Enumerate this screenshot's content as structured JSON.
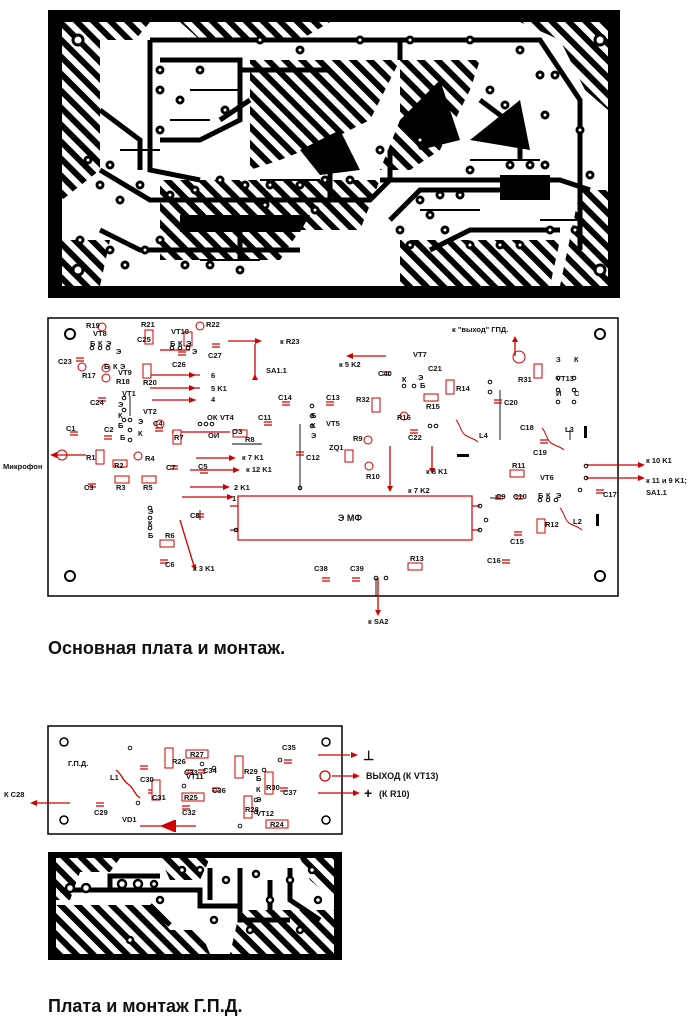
{
  "captions": {
    "main_board": "Основная плата  и  монтаж.",
    "gpd_board": "Плата и монтаж   Г.П.Д."
  },
  "colors": {
    "trace": "#000000",
    "component": "#d10000",
    "board_bg": "#ffffff"
  },
  "main_assembly": {
    "filter_label": "Э МФ",
    "labels": [
      {
        "id": "R19",
        "text": "R19"
      },
      {
        "id": "R21",
        "text": "R21"
      },
      {
        "id": "VT10",
        "text": "VT10"
      },
      {
        "id": "R22",
        "text": "R22"
      },
      {
        "id": "VT8",
        "text": "VT8"
      },
      {
        "id": "C25",
        "text": "C25"
      },
      {
        "id": "C27",
        "text": "C27"
      },
      {
        "id": "kR23",
        "text": "к R23"
      },
      {
        "id": "C23",
        "text": "C23"
      },
      {
        "id": "R17",
        "text": "R17"
      },
      {
        "id": "VT9",
        "text": "VT9"
      },
      {
        "id": "C26",
        "text": "C26"
      },
      {
        "id": "R18",
        "text": "R18"
      },
      {
        "id": "R20",
        "text": "R20"
      },
      {
        "id": "SA11a",
        "text": "SA1.1"
      },
      {
        "id": "k5K2",
        "text": "к 5  K2"
      },
      {
        "id": "VT7",
        "text": "VT7"
      },
      {
        "id": "C40",
        "text": "C40"
      },
      {
        "id": "C21",
        "text": "C21"
      },
      {
        "id": "R14",
        "text": "R14"
      },
      {
        "id": "kvyhod",
        "text": "к \"выход\"  ГПД."
      },
      {
        "id": "R31",
        "text": "R31"
      },
      {
        "id": "VT13",
        "text": "VT13"
      },
      {
        "id": "n6",
        "text": "6"
      },
      {
        "id": "n5K1",
        "text": "5  K1"
      },
      {
        "id": "n4",
        "text": "4"
      },
      {
        "id": "C24",
        "text": "C24"
      },
      {
        "id": "VT1",
        "text": "VT1"
      },
      {
        "id": "VT2",
        "text": "VT2"
      },
      {
        "id": "C14",
        "text": "C14"
      },
      {
        "id": "C13",
        "text": "C13"
      },
      {
        "id": "R32",
        "text": "R32"
      },
      {
        "id": "R15",
        "text": "R15"
      },
      {
        "id": "C20",
        "text": "C20"
      },
      {
        "id": "C1",
        "text": "C1"
      },
      {
        "id": "C4",
        "text": "C4"
      },
      {
        "id": "C2",
        "text": "C2"
      },
      {
        "id": "VT4",
        "text": "VT4"
      },
      {
        "id": "C11",
        "text": "C11"
      },
      {
        "id": "VT5",
        "text": "VT5"
      },
      {
        "id": "R16",
        "text": "R16"
      },
      {
        "id": "C22",
        "text": "C22"
      },
      {
        "id": "L4",
        "text": "L4"
      },
      {
        "id": "C18",
        "text": "C18"
      },
      {
        "id": "L3",
        "text": "L3"
      },
      {
        "id": "R7",
        "text": "R7"
      },
      {
        "id": "R8",
        "text": "R8"
      },
      {
        "id": "ZQ1",
        "text": "ZQ1"
      },
      {
        "id": "R9",
        "text": "R9"
      },
      {
        "id": "C19",
        "text": "C19"
      },
      {
        "id": "mikrofon",
        "text": "Микрофон"
      },
      {
        "id": "R1",
        "text": "R1"
      },
      {
        "id": "R2",
        "text": "R2"
      },
      {
        "id": "R4",
        "text": "R4"
      },
      {
        "id": "k7K1",
        "text": "к 7  K1"
      },
      {
        "id": "C12",
        "text": "C12"
      },
      {
        "id": "R10",
        "text": "R10"
      },
      {
        "id": "k8K1",
        "text": "к 8  K1"
      },
      {
        "id": "R11",
        "text": "R11"
      },
      {
        "id": "k10K1",
        "text": "к 10  K1"
      },
      {
        "id": "C7",
        "text": "C7"
      },
      {
        "id": "C5",
        "text": "C5"
      },
      {
        "id": "k12K1",
        "text": "к 12  K1"
      },
      {
        "id": "VT6",
        "text": "VT6"
      },
      {
        "id": "k11",
        "text": "к 11 и  9   K1;"
      },
      {
        "id": "SA11b",
        "text": "SA1.1"
      },
      {
        "id": "C3",
        "text": "C3"
      },
      {
        "id": "R3",
        "text": "R3"
      },
      {
        "id": "R5",
        "text": "R5"
      },
      {
        "id": "n2K1",
        "text": "2  K1"
      },
      {
        "id": "k7K2",
        "text": "к 7  K2"
      },
      {
        "id": "C17",
        "text": "C17"
      },
      {
        "id": "n1",
        "text": "1"
      },
      {
        "id": "C9",
        "text": "C9"
      },
      {
        "id": "C10",
        "text": "C10"
      },
      {
        "id": "C8",
        "text": "C8"
      },
      {
        "id": "R12",
        "text": "R12"
      },
      {
        "id": "L2",
        "text": "L2"
      },
      {
        "id": "R6",
        "text": "R6"
      },
      {
        "id": "C15",
        "text": "C15"
      },
      {
        "id": "C6",
        "text": "C6"
      },
      {
        "id": "C16",
        "text": "C16"
      },
      {
        "id": "C38",
        "text": "C38"
      },
      {
        "id": "C39",
        "text": "C39"
      },
      {
        "id": "R13",
        "text": "R13"
      },
      {
        "id": "k3K1",
        "text": "к 3  K1"
      },
      {
        "id": "kSA2",
        "text": "к SA2"
      }
    ]
  },
  "gpd_assembly": {
    "labels": [
      {
        "id": "gpd",
        "text": "Г.П.Д."
      },
      {
        "id": "R27",
        "text": "R27"
      },
      {
        "id": "R26",
        "text": "R26"
      },
      {
        "id": "R29",
        "text": "R29"
      },
      {
        "id": "C35",
        "text": "C35"
      },
      {
        "id": "L1",
        "text": "L1"
      },
      {
        "id": "C30",
        "text": "C30"
      },
      {
        "id": "C33",
        "text": "C33"
      },
      {
        "id": "C34",
        "text": "C34"
      },
      {
        "id": "C31",
        "text": "C31"
      },
      {
        "id": "C36",
        "text": "C36"
      },
      {
        "id": "R30",
        "text": "R30"
      },
      {
        "id": "C37",
        "text": "C37"
      },
      {
        "id": "kC28",
        "text": "К С28"
      },
      {
        "id": "R25",
        "text": "R25"
      },
      {
        "id": "C32",
        "text": "C32"
      },
      {
        "id": "R28",
        "text": "R28"
      },
      {
        "id": "C29",
        "text": "C29"
      },
      {
        "id": "VD1",
        "text": "VD1"
      },
      {
        "id": "R24",
        "text": "R24"
      },
      {
        "id": "vyhod",
        "text": "ВЫХОД  (К VT13)"
      },
      {
        "id": "kR10",
        "text": "(К R10)"
      },
      {
        "id": "plus",
        "text": "+"
      },
      {
        "id": "gnd",
        "text": "⊥"
      }
    ]
  }
}
